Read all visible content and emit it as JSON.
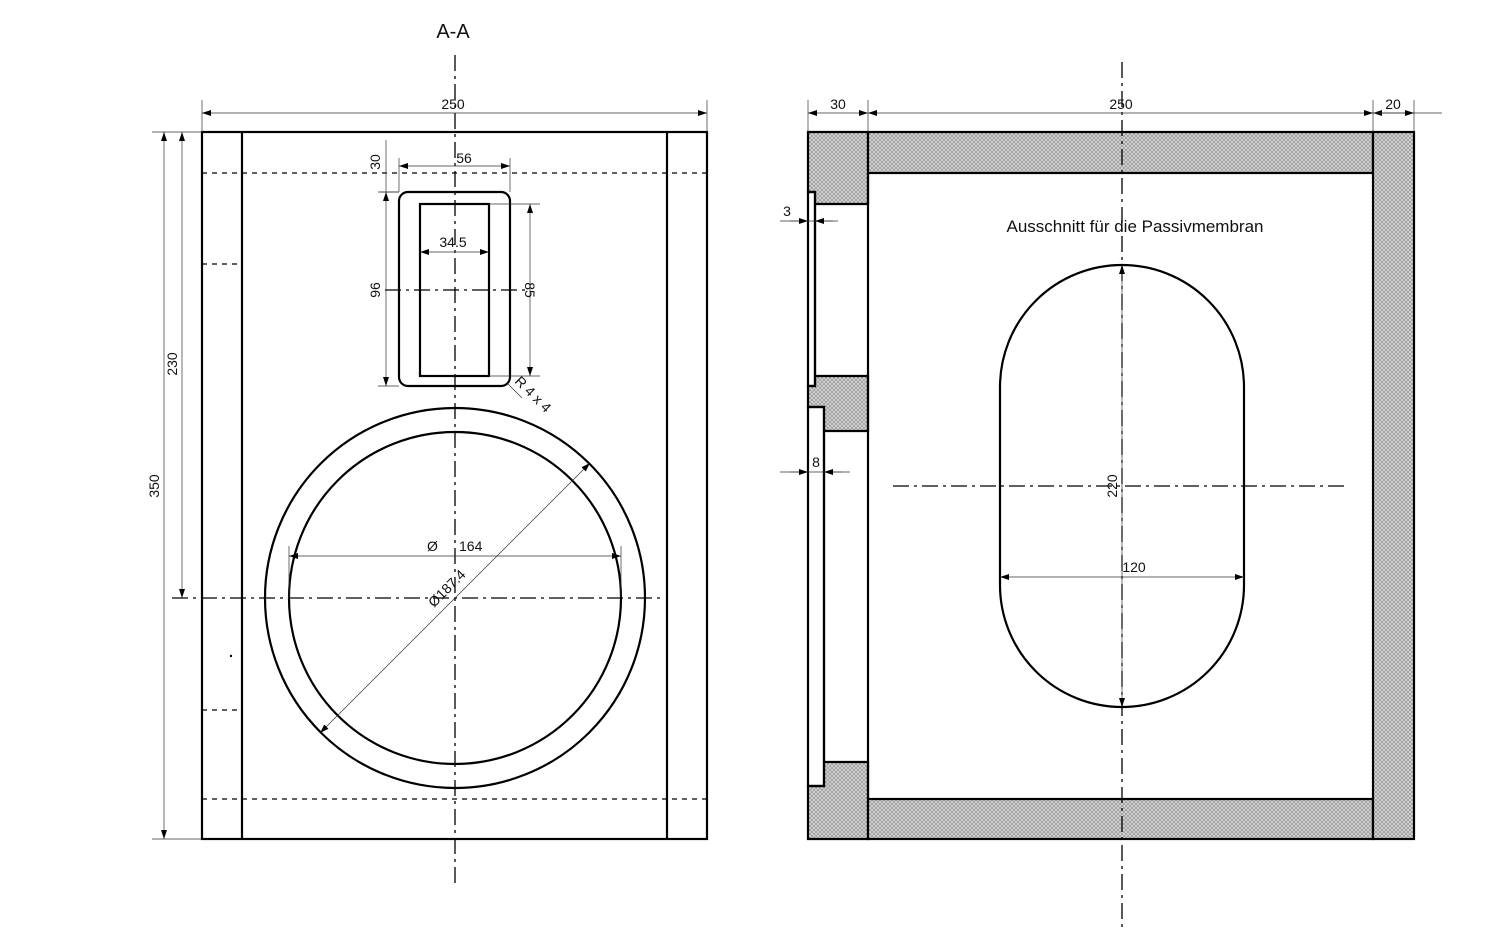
{
  "left_view": {
    "section_label": "A-A",
    "dims": {
      "width": "250",
      "height": "350",
      "height_to_center": "230",
      "port_top_offset": "30",
      "port_outer_width": "56",
      "port_inner_width": "34.5",
      "port_outer_height": "96",
      "port_inner_height": "85",
      "port_radius": "R 4 x 4",
      "driver_inner_dia_symbol": "Ø",
      "driver_inner_dia": "164",
      "driver_outer_dia": "Ø187.4"
    }
  },
  "right_view": {
    "note": "Ausschnitt für die Passivmembran",
    "dims": {
      "left_wall": "30",
      "width": "250",
      "right_wall": "20",
      "recess_top": "3",
      "recess_bottom": "8",
      "opening_height": "220",
      "opening_width": "120"
    }
  },
  "colors": {
    "line": "#000000",
    "hatch": "#bdbdbd"
  }
}
